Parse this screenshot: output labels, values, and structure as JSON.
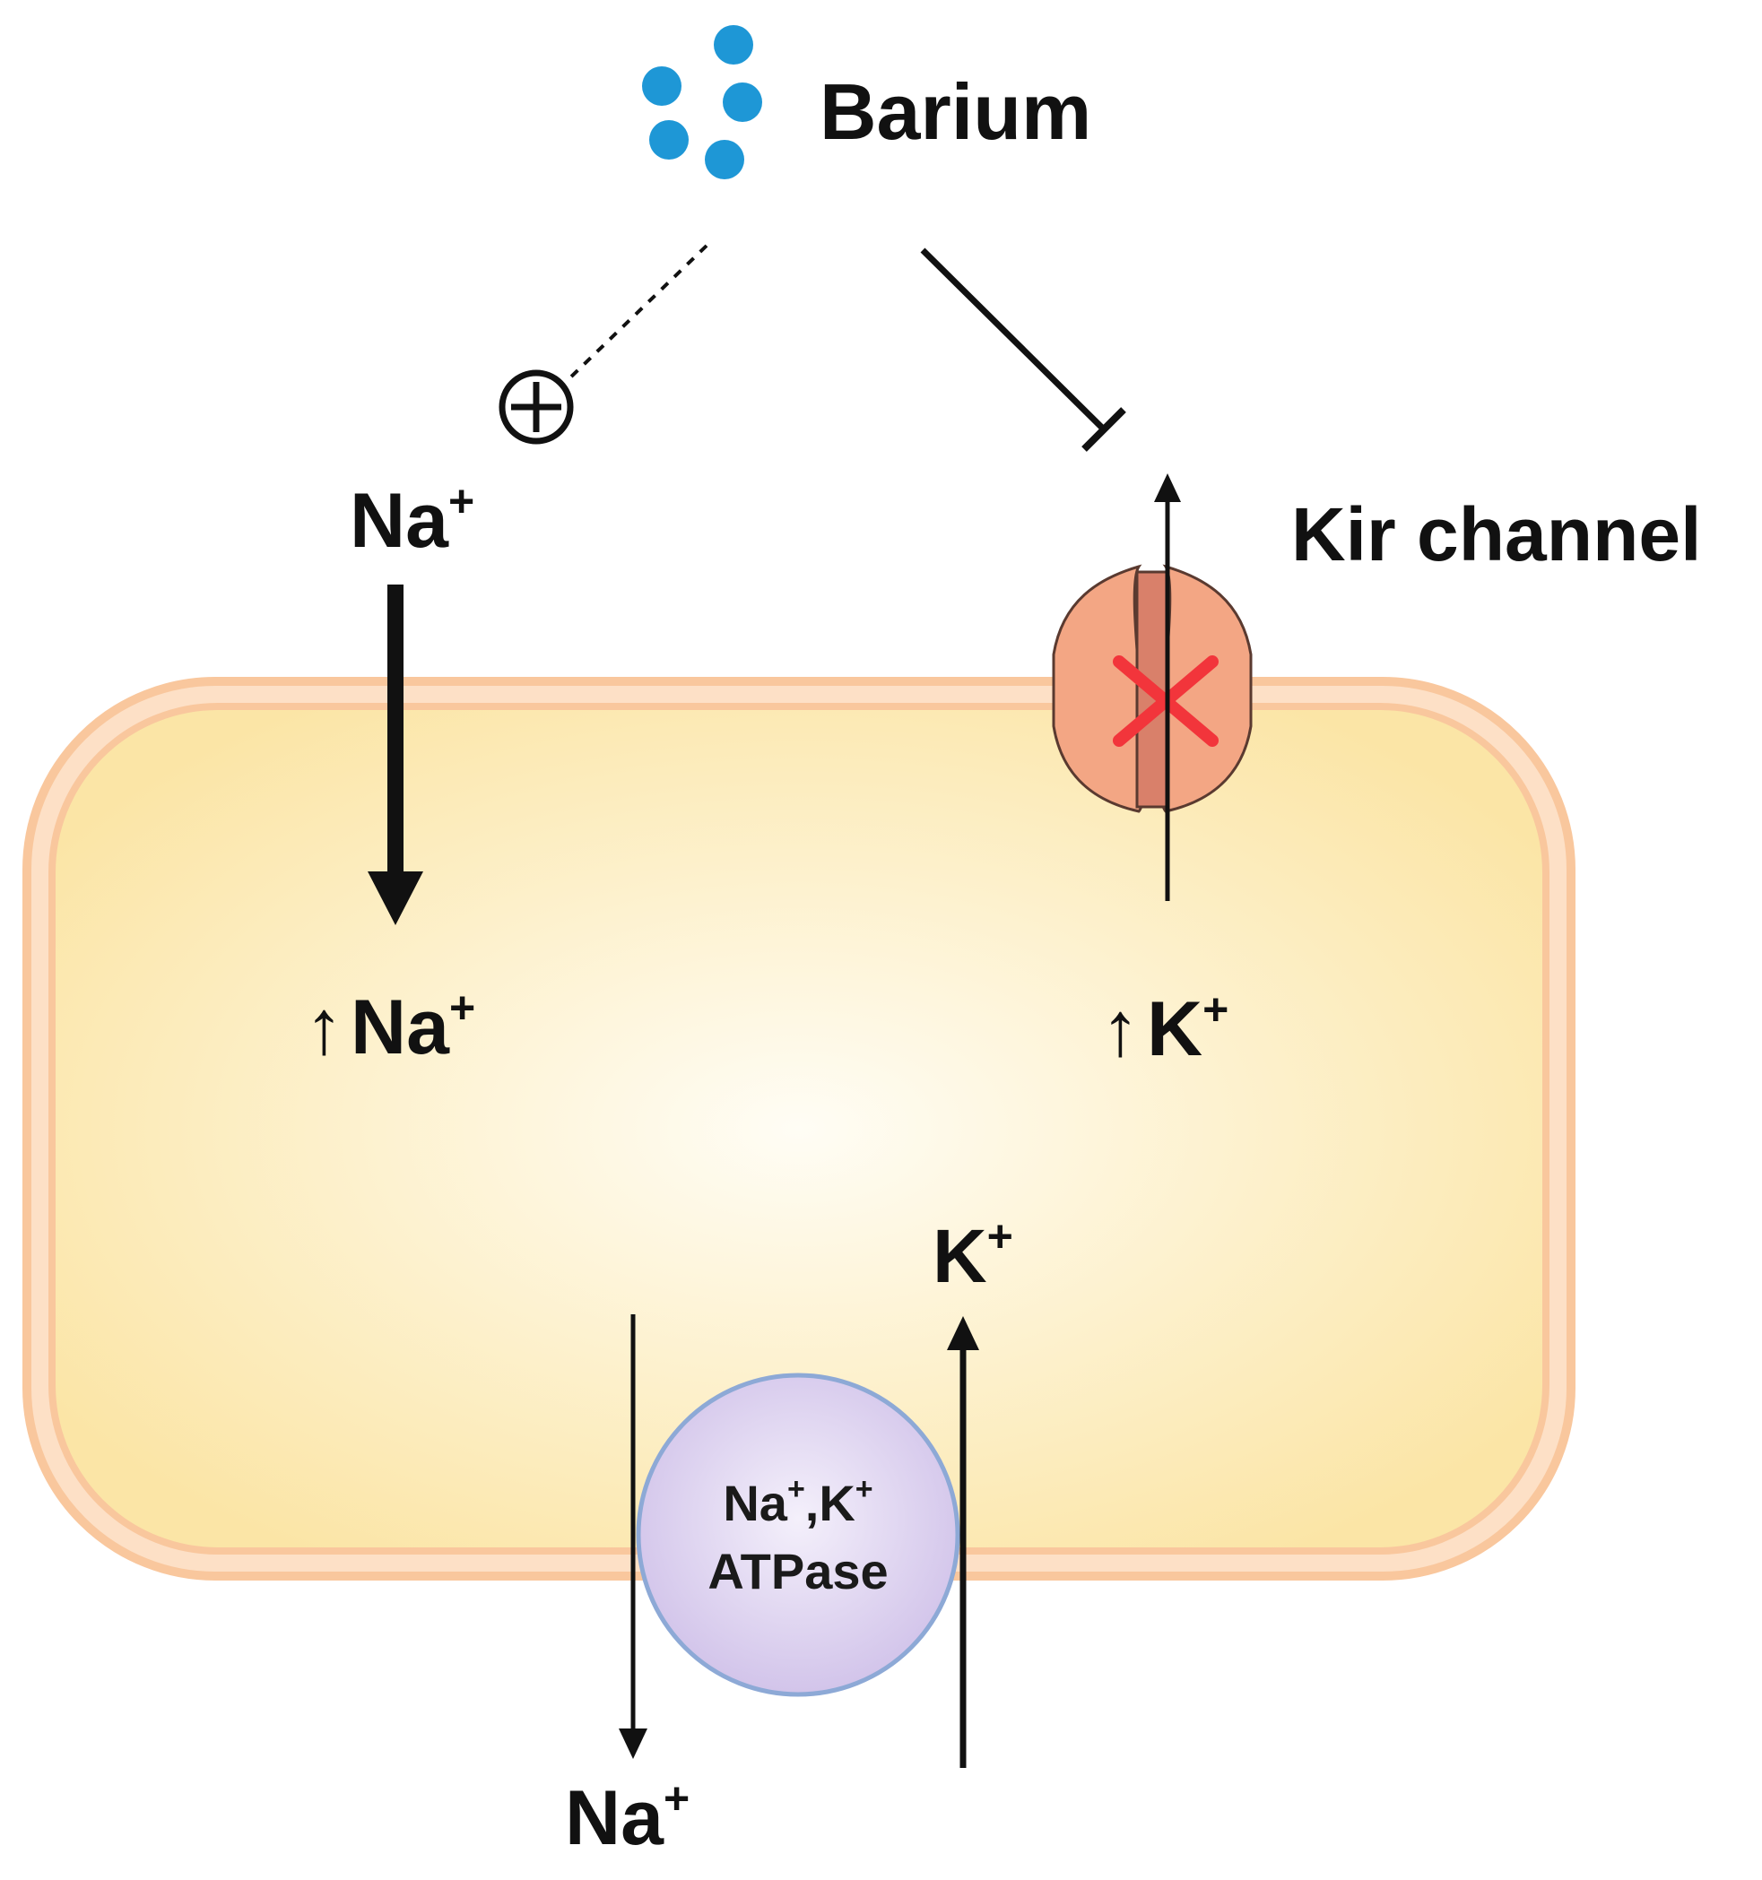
{
  "colors": {
    "barium_dot": "#1e97d6",
    "cell_fill_center": "#fffdf5",
    "cell_fill_edge": "#fbe5a6",
    "membrane": "#f9c79d",
    "channel_fill": "#f3a684",
    "channel_pore": "#d9806a",
    "block_x": "#f2353b",
    "pump_fill": "#d2c4ea",
    "pump_stroke": "#8da9d6",
    "arrow": "#111111"
  },
  "labels": {
    "barium": "Barium",
    "activate_symbol": "⊕",
    "kir_channel": "Kir channel",
    "na_top": {
      "base": "Na",
      "sup": "+"
    },
    "na_increase": {
      "arrow": "↑",
      "base": "Na",
      "sup": "+"
    },
    "k_increase": {
      "arrow": "↑",
      "base": "K",
      "sup": "+"
    },
    "k_pump": {
      "base": "K",
      "sup": "+"
    },
    "na_bottom": {
      "base": "Na",
      "sup": "+"
    },
    "pump_line1": {
      "na": "Na",
      "sup1": "+",
      "sep": ",K",
      "sup2": "+"
    },
    "pump_line2": "ATPase"
  },
  "icons": {
    "barium": "dot-cluster",
    "block": "x-mark",
    "inhibit": "t-bar-arrow",
    "activate": "circled-plus"
  }
}
